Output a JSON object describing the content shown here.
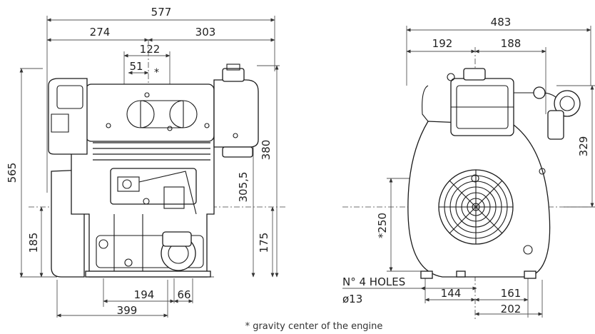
{
  "front_view": {
    "dims": {
      "overall_width": "577",
      "left_width": "274",
      "right_width": "303",
      "top_offset": "122",
      "gravity_offset": "51",
      "gravity_mark": "*",
      "overall_height": "565",
      "base_to_axis_left": "185",
      "right_height": "380",
      "mid_height": "305,5",
      "base_to_axis_right": "175",
      "feet_span": "194",
      "right_foot": "66",
      "base_length": "399"
    }
  },
  "side_view": {
    "dims": {
      "overall_width": "483",
      "left_width": "192",
      "right_width": "188",
      "top_right_height": "329",
      "gravity_height": "*250",
      "holes_label": "N° 4 HOLES",
      "hole_diameter": "ø13",
      "left_foot": "144",
      "right_foot": "161",
      "base_width": "202"
    }
  },
  "footnote": "* gravity center of the engine"
}
